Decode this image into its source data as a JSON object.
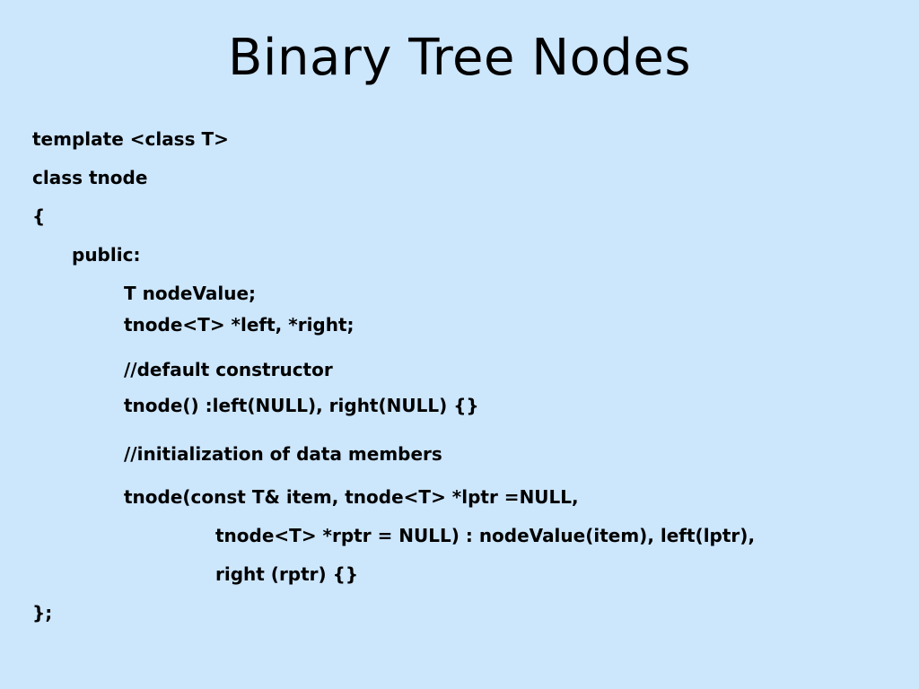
{
  "slide": {
    "title": "Binary Tree Nodes",
    "code_lines": [
      "template <class T>",
      "class tnode",
      "{",
      "public:",
      "T nodeValue;",
      "tnode<T> *left, *right;",
      "//default constructor",
      "tnode() :left(NULL), right(NULL) {}",
      "//initialization of data members",
      "tnode(const T& item, tnode<T> *lptr =NULL,",
      "tnode<T> *rptr = NULL) : nodeValue(item), left(lptr),",
      "right (rptr) {}",
      "};"
    ]
  },
  "colors": {
    "background": "#cce6fc",
    "text": "#000000"
  }
}
